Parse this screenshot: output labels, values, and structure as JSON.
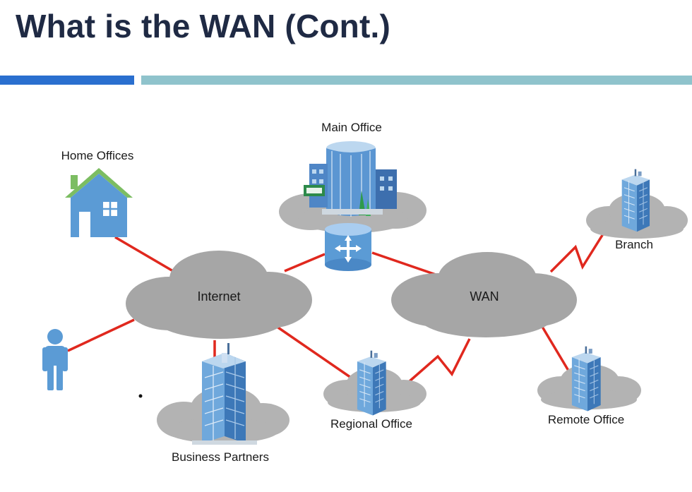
{
  "title": "What is the WAN (Cont.)",
  "colors": {
    "title": "#1f2a44",
    "accent_bar": "#2a6fcf",
    "secondary_bar": "#8fc3cc",
    "cloud": "#a6a6a6",
    "link": "#e0281e",
    "icon_blue": "#5b9bd5"
  },
  "diagram": {
    "clouds": {
      "internet": "Internet",
      "wan": "WAN"
    },
    "nodes": {
      "main_office": "Main Office",
      "home_offices": "Home Offices",
      "branch": "Branch",
      "regional_office": "Regional Office",
      "remote_office": "Remote Office",
      "business_partners": "Business Partners"
    },
    "icons": [
      "house-icon",
      "person-icon",
      "office-building-icon",
      "router-icon",
      "building-icon"
    ]
  }
}
